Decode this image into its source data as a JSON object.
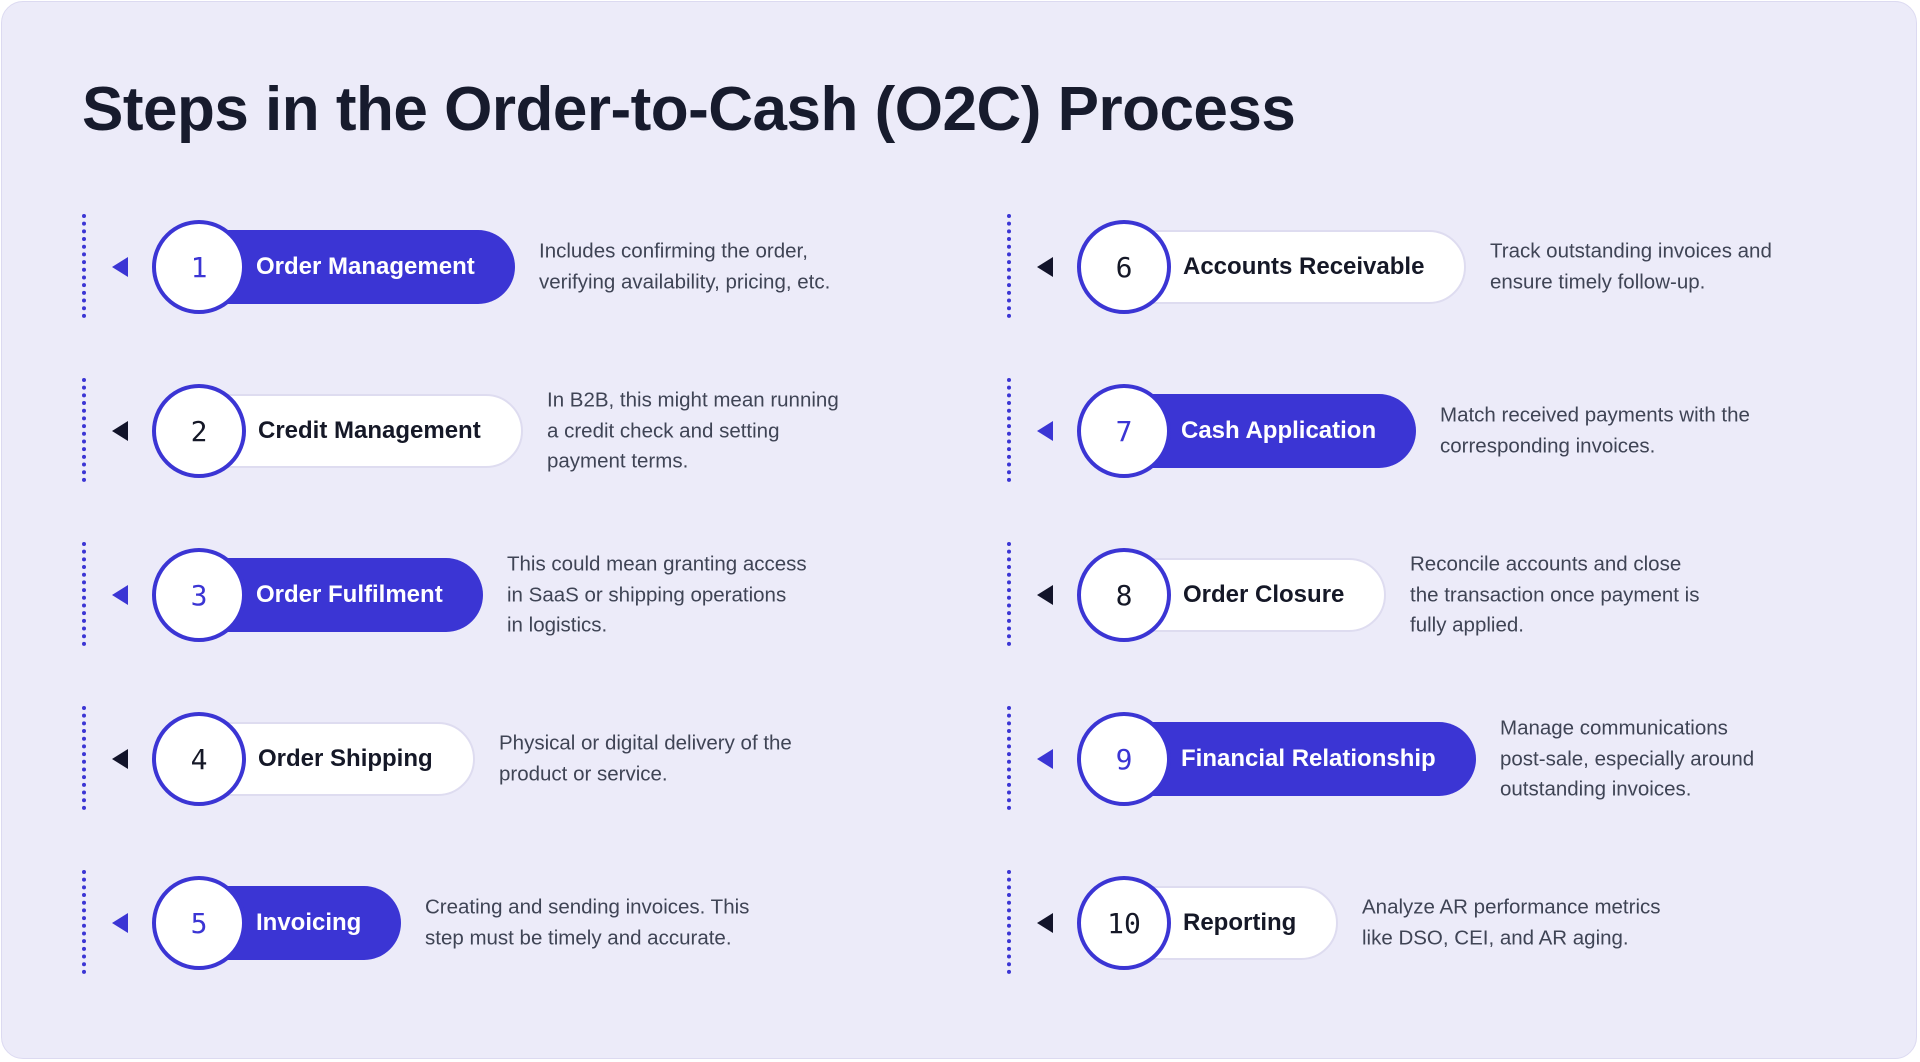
{
  "title": "Steps in the Order-to-Cash (O2C) Process",
  "colors": {
    "background": "#ecebf9",
    "accent": "#3b35d4",
    "title_text": "#171b2d",
    "body_text": "#3f4455",
    "outline_pill": "#ffffff"
  },
  "icons": {
    "arrow": "left-pointing triangle",
    "connector": "dotted vertical line"
  },
  "steps": [
    {
      "number": "1",
      "label": "Order Management",
      "style": "filled",
      "description": "Includes confirming the order,\nverifying availability, pricing, etc."
    },
    {
      "number": "2",
      "label": "Credit Management",
      "style": "outline",
      "description": "In B2B, this might mean running\na credit check and setting\npayment terms."
    },
    {
      "number": "3",
      "label": "Order Fulfilment",
      "style": "filled",
      "description": "This could mean granting access\nin SaaS or shipping operations\nin logistics."
    },
    {
      "number": "4",
      "label": "Order Shipping",
      "style": "outline",
      "description": "Physical or digital delivery of the\nproduct or service."
    },
    {
      "number": "5",
      "label": "Invoicing",
      "style": "filled",
      "description": "Creating and sending invoices. This\nstep must be timely and accurate."
    },
    {
      "number": "6",
      "label": "Accounts Receivable",
      "style": "outline",
      "description": "Track outstanding invoices and\nensure timely follow-up."
    },
    {
      "number": "7",
      "label": "Cash Application",
      "style": "filled",
      "description": "Match received payments with the\ncorresponding invoices."
    },
    {
      "number": "8",
      "label": "Order Closure",
      "style": "outline",
      "description": "Reconcile accounts and close\nthe transaction once payment is\nfully applied."
    },
    {
      "number": "9",
      "label": "Financial Relationship",
      "style": "filled",
      "description": "Manage communications\npost-sale, especially around\noutstanding invoices."
    },
    {
      "number": "10",
      "label": "Reporting",
      "style": "outline",
      "description": "Analyze AR performance metrics\nlike DSO, CEI, and AR aging."
    }
  ]
}
